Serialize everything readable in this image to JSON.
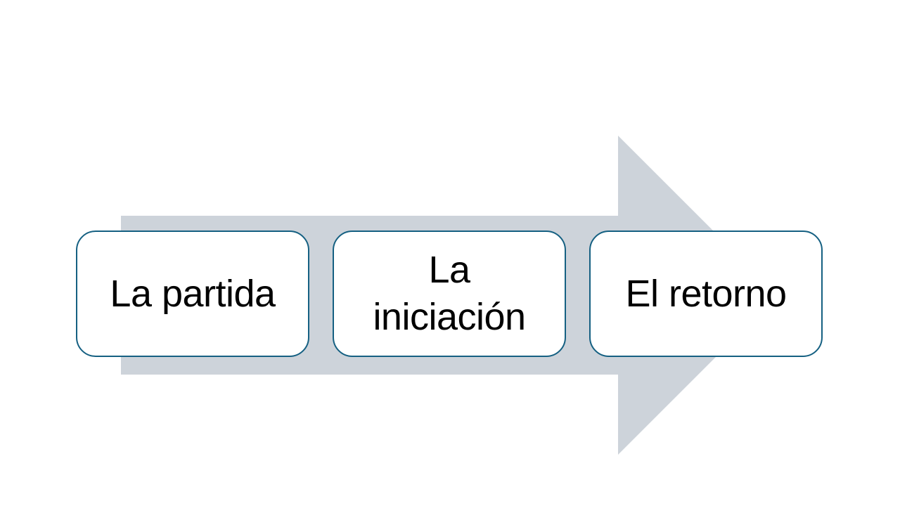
{
  "diagram": {
    "type": "process-arrow",
    "description": "Three-step horizontal process diagram with a gray right-pointing arrow behind rounded rectangle step boxes",
    "colors": {
      "background": "#ffffff",
      "arrow_fill": "#cdd3da",
      "box_fill": "#ffffff",
      "box_border": "#156082",
      "text": "#000000"
    },
    "steps": [
      {
        "label": "La partida"
      },
      {
        "label": "La\niniciación"
      },
      {
        "label": "El retorno"
      }
    ]
  }
}
